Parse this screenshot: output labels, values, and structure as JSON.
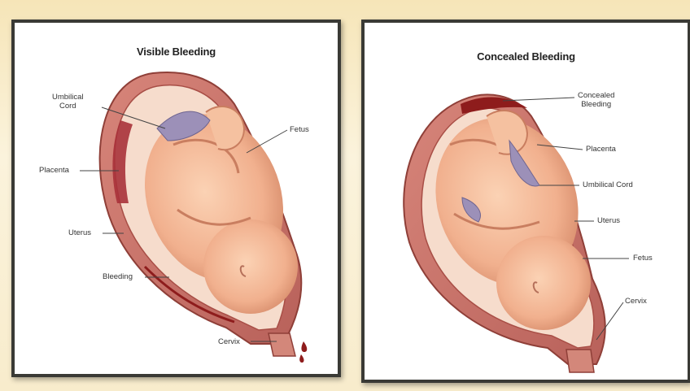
{
  "panels": [
    {
      "title": "Visible Bleeding",
      "labels": {
        "umbilical_cord": "Umbilical\nCord",
        "fetus": "Fetus",
        "placenta": "Placenta",
        "uterus": "Uterus",
        "bleeding": "Bleeding",
        "cervix": "Cervix"
      }
    },
    {
      "title": "Concealed Bleeding",
      "labels": {
        "concealed_bleeding": "Concealed\nBleeding",
        "placenta": "Placenta",
        "umbilical_cord": "Umbilical Cord",
        "uterus": "Uterus",
        "fetus": "Fetus",
        "cervix": "Cervix"
      }
    }
  ],
  "colors": {
    "background": "#fbf1d6",
    "frame": "#3a3a35",
    "uterus_wall": "#c9766a",
    "uterus_inner": "#b04a45",
    "blood": "#8e1c1c",
    "skin": "#f3b896",
    "skin_shade": "#d98f6e",
    "cord": "#9c90b8"
  },
  "icons": [
    "uterus-illustration",
    "fetus-illustration",
    "umbilical-cord-illustration",
    "blood-drop-icon"
  ]
}
